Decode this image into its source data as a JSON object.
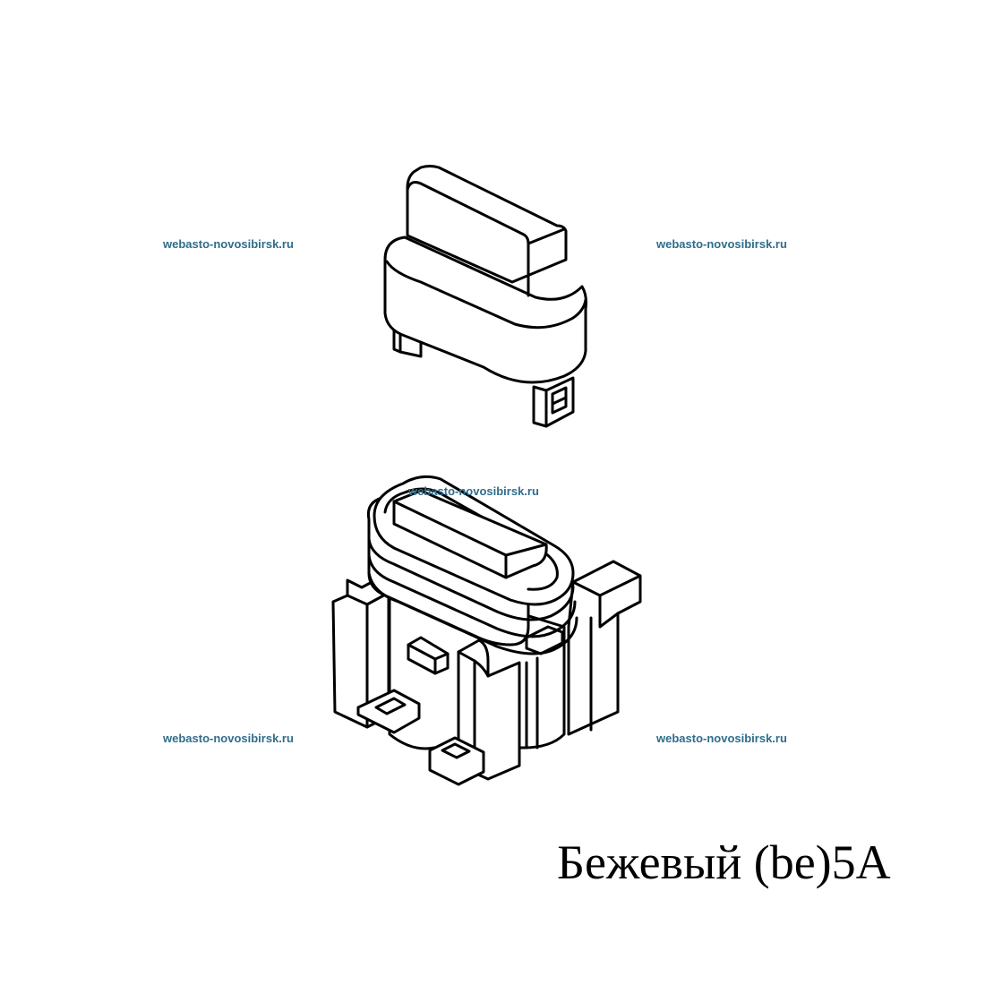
{
  "watermarks": [
    "webasto-novosibirsk.ru",
    "webasto-novosibirsk.ru",
    "webasto-novosibirsk.ru",
    "webasto-novosibirsk.ru",
    "webasto-novosibirsk.ru"
  ],
  "caption": "Бежевый (be)5A",
  "colors": {
    "watermark": "#2f6d8c",
    "line": "#000000",
    "background": "#ffffff"
  }
}
